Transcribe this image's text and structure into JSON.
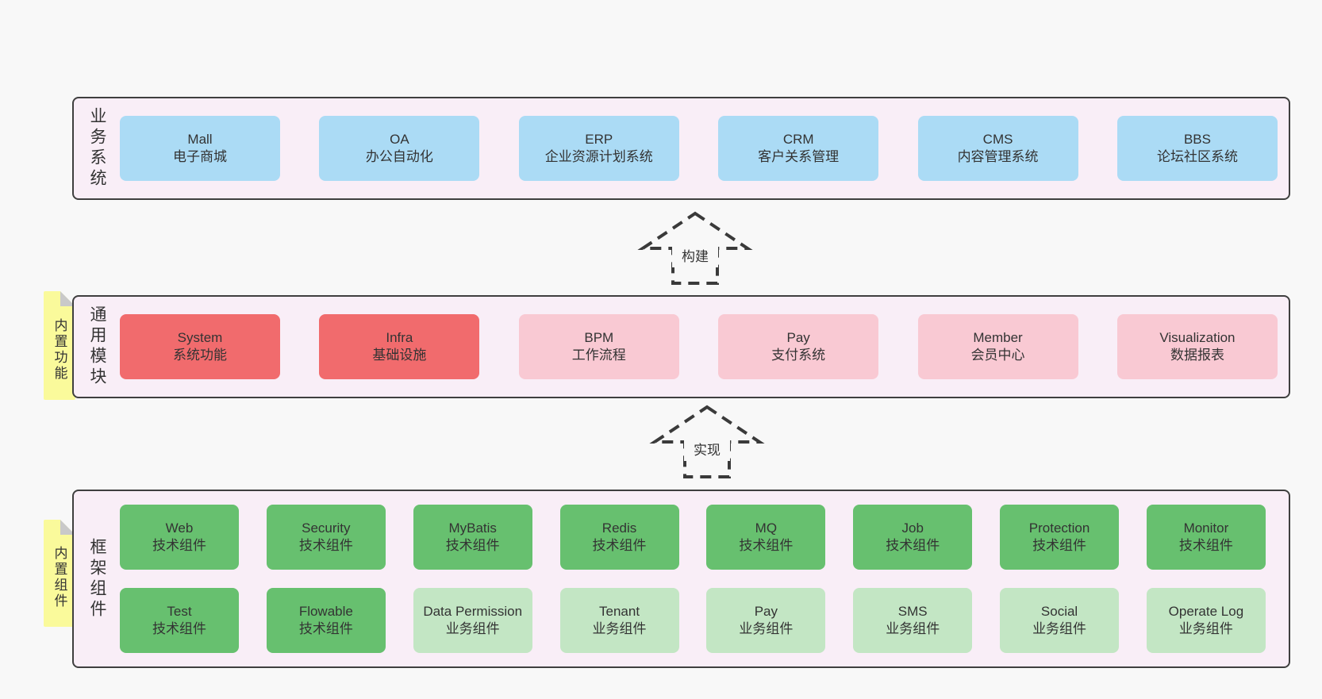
{
  "colors": {
    "page_bg": "#f8f8f8",
    "panel_bg": "#f9eef7",
    "panel_border": "#3f3f3f",
    "box_text": "#333333",
    "blue": "#abdbf5",
    "red": "#f16b6d",
    "pink": "#f9c9d3",
    "green": "#67c06f",
    "lightgreen": "#c3e6c4",
    "yellow": "#fafa9b",
    "fold": "#c9c9c9",
    "arrow": "#3a3a3a"
  },
  "notes": [
    {
      "label": "内置功能"
    },
    {
      "label": "内置组件"
    }
  ],
  "arrows": [
    {
      "label": "构建"
    },
    {
      "label": "实现"
    }
  ],
  "panels": [
    {
      "label": "业务系统",
      "rows": [
        [
          {
            "name": "Mall",
            "desc": "电子商城",
            "variant": "blue"
          },
          {
            "name": "OA",
            "desc": "办公自动化",
            "variant": "blue"
          },
          {
            "name": "ERP",
            "desc": "企业资源计划系统",
            "variant": "blue"
          },
          {
            "name": "CRM",
            "desc": "客户关系管理",
            "variant": "blue"
          },
          {
            "name": "CMS",
            "desc": "内容管理系统",
            "variant": "blue"
          },
          {
            "name": "BBS",
            "desc": "论坛社区系统",
            "variant": "blue"
          }
        ]
      ]
    },
    {
      "label": "通用模块",
      "rows": [
        [
          {
            "name": "System",
            "desc": "系统功能",
            "variant": "red"
          },
          {
            "name": "Infra",
            "desc": "基础设施",
            "variant": "red"
          },
          {
            "name": "BPM",
            "desc": "工作流程",
            "variant": "pink"
          },
          {
            "name": "Pay",
            "desc": "支付系统",
            "variant": "pink"
          },
          {
            "name": "Member",
            "desc": "会员中心",
            "variant": "pink"
          },
          {
            "name": "Visualization",
            "desc": "数据报表",
            "variant": "pink"
          }
        ]
      ]
    },
    {
      "label": "框架组件",
      "rows": [
        [
          {
            "name": "Web",
            "desc": "技术组件",
            "variant": "green"
          },
          {
            "name": "Security",
            "desc": "技术组件",
            "variant": "green"
          },
          {
            "name": "MyBatis",
            "desc": "技术组件",
            "variant": "green"
          },
          {
            "name": "Redis",
            "desc": "技术组件",
            "variant": "green"
          },
          {
            "name": "MQ",
            "desc": "技术组件",
            "variant": "green"
          },
          {
            "name": "Job",
            "desc": "技术组件",
            "variant": "green"
          },
          {
            "name": "Protection",
            "desc": "技术组件",
            "variant": "green"
          },
          {
            "name": "Monitor",
            "desc": "技术组件",
            "variant": "green"
          }
        ],
        [
          {
            "name": "Test",
            "desc": "技术组件",
            "variant": "green"
          },
          {
            "name": "Flowable",
            "desc": "技术组件",
            "variant": "green"
          },
          {
            "name": "Data Permission",
            "desc": "业务组件",
            "variant": "lightgreen"
          },
          {
            "name": "Tenant",
            "desc": "业务组件",
            "variant": "lightgreen"
          },
          {
            "name": "Pay",
            "desc": "业务组件",
            "variant": "lightgreen"
          },
          {
            "name": "SMS",
            "desc": "业务组件",
            "variant": "lightgreen"
          },
          {
            "name": "Social",
            "desc": "业务组件",
            "variant": "lightgreen"
          },
          {
            "name": "Operate Log",
            "desc": "业务组件",
            "variant": "lightgreen"
          }
        ]
      ]
    }
  ]
}
